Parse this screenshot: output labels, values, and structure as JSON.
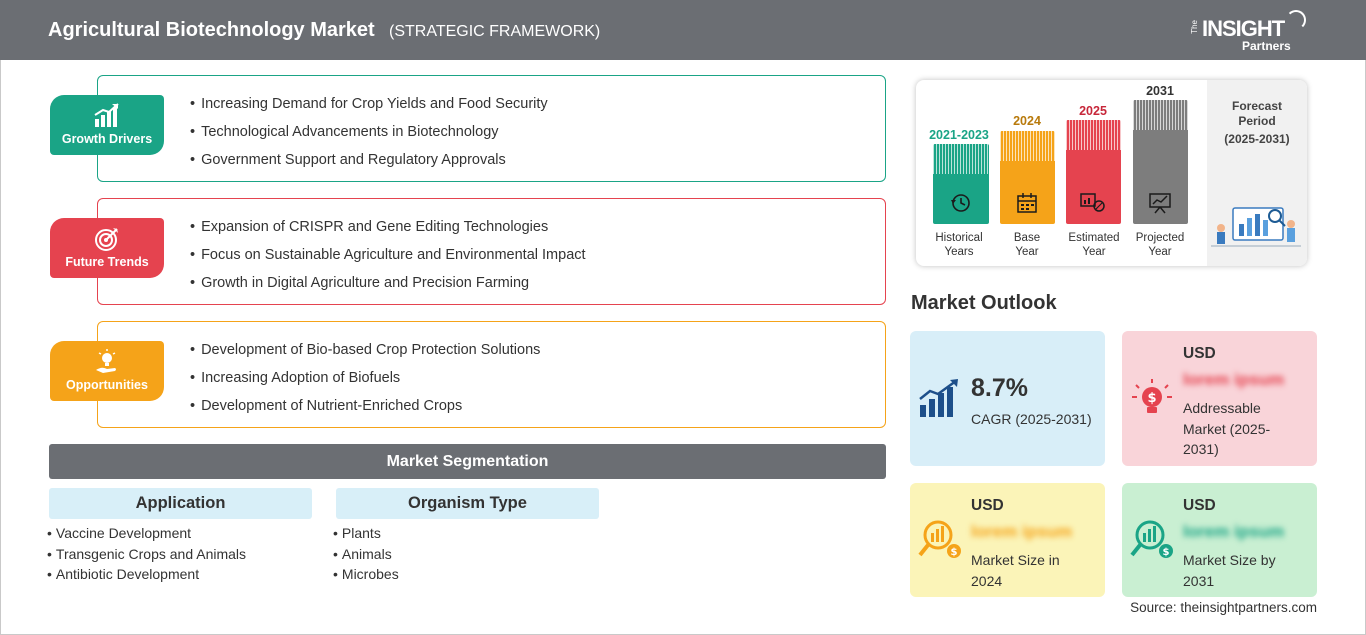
{
  "header": {
    "title": "Agricultural Biotechnology Market",
    "subtitle": "(STRATEGIC FRAMEWORK)",
    "logo": {
      "the": "The",
      "insight": "INSIGHT",
      "partners": "Partners"
    }
  },
  "framework": [
    {
      "label": "Growth Drivers",
      "color": "#1aa486",
      "icon": "bar-chart-growth-icon",
      "items": [
        "Increasing Demand for Crop Yields and Food Security",
        "Technological Advancements in Biotechnology",
        "Government Support and Regulatory Approvals"
      ]
    },
    {
      "label": "Future Trends",
      "color": "#e5434f",
      "icon": "target-icon",
      "items": [
        "Expansion of CRISPR and Gene Editing Technologies",
        "Focus on Sustainable Agriculture and Environmental Impact",
        "Growth in Digital Agriculture and Precision Farming"
      ]
    },
    {
      "label": "Opportunities",
      "color": "#f5a319",
      "icon": "lightbulb-hand-icon",
      "items": [
        "Development of Bio-based Crop Protection Solutions",
        "Increasing Adoption of Biofuels",
        "Development of Nutrient-Enriched Crops"
      ]
    }
  ],
  "segmentation": {
    "title": "Market Segmentation",
    "groups": [
      {
        "heading": "Application",
        "items": [
          "Vaccine Development",
          "Transgenic Crops and Animals",
          "Antibiotic Development"
        ]
      },
      {
        "heading": "Organism Type",
        "items": [
          "Plants",
          "Animals",
          "Microbes"
        ]
      }
    ]
  },
  "timeline": {
    "columns": [
      {
        "year": "2021-2023",
        "label_line1": "Historical",
        "label_line2": "Years",
        "color": "#1aa486",
        "icon": "history-icon"
      },
      {
        "year": "2024",
        "label_line1": "Base",
        "label_line2": "Year",
        "color": "#f5a319",
        "icon": "calendar-icon"
      },
      {
        "year": "2025",
        "label_line1": "Estimated",
        "label_line2": "Year",
        "color": "#e5434f",
        "icon": "estimate-icon"
      },
      {
        "year": "2031",
        "label_line1": "Projected",
        "label_line2": "Year",
        "color": "#7d7d7d",
        "icon": "presentation-chart-icon"
      }
    ],
    "forecast_title_line1": "Forecast",
    "forecast_title_line2": "Period",
    "forecast_period": "(2025-2031)"
  },
  "outlook": {
    "title": "Market Outlook",
    "cagr": {
      "value": "8.7%",
      "label": "CAGR (2025-2031)",
      "bg": "#d8eef8"
    },
    "addressable": {
      "usd": "USD",
      "blurred": "lorem ipsum",
      "line1": "Addressable",
      "line2": "Market (2025-",
      "line3": "2031)",
      "bg": "#f9d4d9"
    },
    "size2024": {
      "usd": "USD",
      "blurred": "lorem ipsum",
      "line1": "Market Size in",
      "line2": "2024",
      "bg": "#fbf4b8"
    },
    "size2031": {
      "usd": "USD",
      "blurred": "lorem ipsum",
      "line1": "Market Size by",
      "line2": "2031",
      "bg": "#c9efd2"
    }
  },
  "source": "Source: theinsightpartners.com"
}
